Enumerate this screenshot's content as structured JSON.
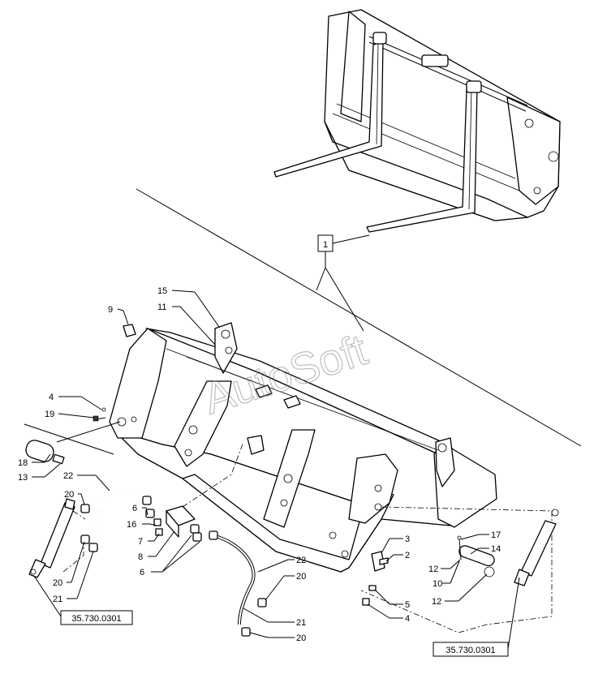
{
  "watermark": "AutoSoft",
  "assembly_callout": "1",
  "callouts": [
    {
      "id": "c15",
      "label": "15"
    },
    {
      "id": "c11",
      "label": "11"
    },
    {
      "id": "c9",
      "label": "9"
    },
    {
      "id": "c4a",
      "label": "4"
    },
    {
      "id": "c19",
      "label": "19"
    },
    {
      "id": "c18",
      "label": "18"
    },
    {
      "id": "c13",
      "label": "13"
    },
    {
      "id": "c22a",
      "label": "22"
    },
    {
      "id": "c20a",
      "label": "20"
    },
    {
      "id": "c6a",
      "label": "6"
    },
    {
      "id": "c16",
      "label": "16"
    },
    {
      "id": "c7",
      "label": "7"
    },
    {
      "id": "c8",
      "label": "8"
    },
    {
      "id": "c6b",
      "label": "6"
    },
    {
      "id": "c20b",
      "label": "20"
    },
    {
      "id": "c21a",
      "label": "21"
    },
    {
      "id": "c22b",
      "label": "22"
    },
    {
      "id": "c20c",
      "label": "20"
    },
    {
      "id": "c21b",
      "label": "21"
    },
    {
      "id": "c20d",
      "label": "20"
    },
    {
      "id": "c3",
      "label": "3"
    },
    {
      "id": "c2",
      "label": "2"
    },
    {
      "id": "c5",
      "label": "5"
    },
    {
      "id": "c4b",
      "label": "4"
    },
    {
      "id": "c17",
      "label": "17"
    },
    {
      "id": "c14",
      "label": "14"
    },
    {
      "id": "c12a",
      "label": "12"
    },
    {
      "id": "c10",
      "label": "10"
    },
    {
      "id": "c12b",
      "label": "12"
    }
  ],
  "references": [
    {
      "id": "ref-left",
      "label": "35.730.0301"
    },
    {
      "id": "ref-right",
      "label": "35.730.0301"
    }
  ]
}
